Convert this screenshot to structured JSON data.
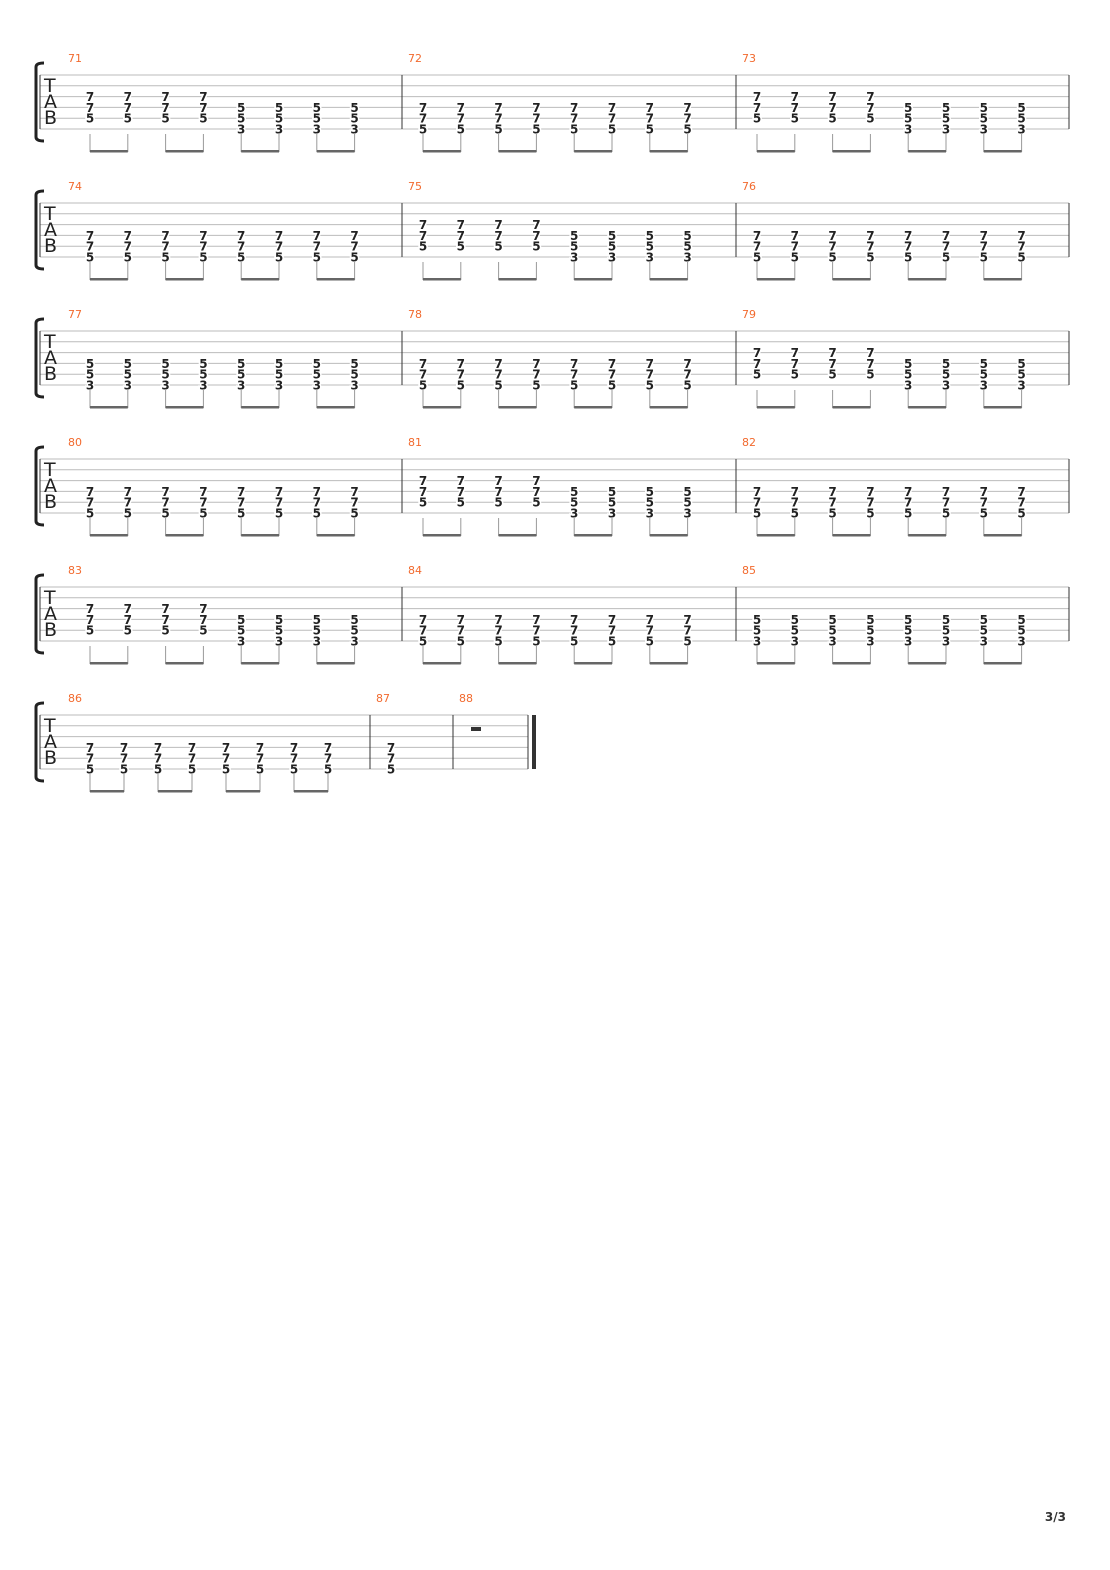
{
  "page_number": "3/3",
  "clef_letters": [
    "T",
    "A",
    "B"
  ],
  "colors": {
    "measure_number": "#f26a2e",
    "staff_line": "#bbbbbb",
    "fret": "#222222"
  },
  "voicings": {
    "hi": [
      null,
      null,
      7,
      7,
      5,
      null
    ],
    "lo": [
      null,
      null,
      null,
      7,
      7,
      5
    ],
    "C": [
      null,
      null,
      null,
      5,
      5,
      3
    ]
  },
  "systems": [
    {
      "measures": [
        {
          "number": "71",
          "beats": [
            "hi",
            "hi",
            "hi",
            "hi",
            "C",
            "C",
            "C",
            "C"
          ]
        },
        {
          "number": "72",
          "beats": [
            "lo",
            "lo",
            "lo",
            "lo",
            "lo",
            "lo",
            "lo",
            "lo"
          ]
        },
        {
          "number": "73",
          "beats": [
            "hi",
            "hi",
            "hi",
            "hi",
            "C",
            "C",
            "C",
            "C"
          ]
        }
      ]
    },
    {
      "measures": [
        {
          "number": "74",
          "beats": [
            "lo",
            "lo",
            "lo",
            "lo",
            "lo",
            "lo",
            "lo",
            "lo"
          ]
        },
        {
          "number": "75",
          "beats": [
            "hi",
            "hi",
            "hi",
            "hi",
            "C",
            "C",
            "C",
            "C"
          ]
        },
        {
          "number": "76",
          "beats": [
            "lo",
            "lo",
            "lo",
            "lo",
            "lo",
            "lo",
            "lo",
            "lo"
          ]
        }
      ]
    },
    {
      "measures": [
        {
          "number": "77",
          "beats": [
            "C",
            "C",
            "C",
            "C",
            "C",
            "C",
            "C",
            "C"
          ]
        },
        {
          "number": "78",
          "beats": [
            "lo",
            "lo",
            "lo",
            "lo",
            "lo",
            "lo",
            "lo",
            "lo"
          ]
        },
        {
          "number": "79",
          "beats": [
            "hi",
            "hi",
            "hi",
            "hi",
            "C",
            "C",
            "C",
            "C"
          ]
        }
      ]
    },
    {
      "measures": [
        {
          "number": "80",
          "beats": [
            "lo",
            "lo",
            "lo",
            "lo",
            "lo",
            "lo",
            "lo",
            "lo"
          ]
        },
        {
          "number": "81",
          "beats": [
            "hi",
            "hi",
            "hi",
            "hi",
            "C",
            "C",
            "C",
            "C"
          ]
        },
        {
          "number": "82",
          "beats": [
            "lo",
            "lo",
            "lo",
            "lo",
            "lo",
            "lo",
            "lo",
            "lo"
          ]
        }
      ]
    },
    {
      "measures": [
        {
          "number": "83",
          "beats": [
            "hi",
            "hi",
            "hi",
            "hi",
            "C",
            "C",
            "C",
            "C"
          ]
        },
        {
          "number": "84",
          "beats": [
            "lo",
            "lo",
            "lo",
            "lo",
            "lo",
            "lo",
            "lo",
            "lo"
          ]
        },
        {
          "number": "85",
          "beats": [
            "C",
            "C",
            "C",
            "C",
            "C",
            "C",
            "C",
            "C"
          ]
        }
      ]
    },
    {
      "measures": [
        {
          "number": "86",
          "beats": [
            "lo",
            "lo",
            "lo",
            "lo",
            "lo",
            "lo",
            "lo",
            "lo"
          ]
        },
        {
          "number": "87",
          "beats": [
            "lo"
          ]
        },
        {
          "number": "88",
          "beats": [],
          "rest": "half-rest"
        }
      ],
      "final": true
    }
  ]
}
